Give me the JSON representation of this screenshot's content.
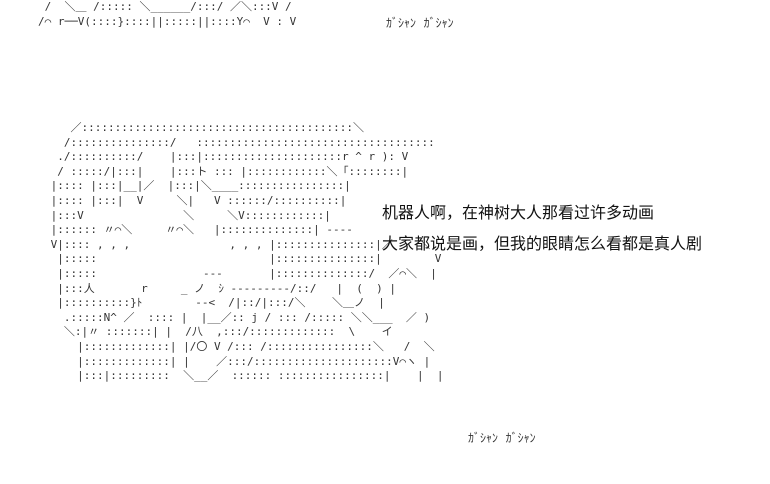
{
  "ascii_art": {
    "top_lines": [
      " /  ＼＿ /::::: ＼______/:::/ ／＼:::V /",
      "/⌒ r──V(::::}::::||:::::||::::Y⌒  V : V"
    ],
    "main_lines": [
      "    ／:::::::::::::::::::::::::::::::::::::::::＼",
      "   /:::::::::::::::/   ::::::::::::::::::::::::::::::::::::",
      "  ./::::::::::/    |:::|:::::::::::::::::::::r ^ r ): V",
      "  / :::::/|:::|    |:::ト ::: |::::::::::::＼「::::::::|",
      " |:::: |:::|__|／  |:::|＼____::::::::::::::::|",
      " |:::: |:::|  V     ＼|   V ::::::/::::::::::|",
      " |:::V               ＼     ＼V::::::::::::|",
      " |:::::: 〃⌒＼     〃⌒＼   |::::::::::::::| ----",
      " V|:::: , , ,               , , , |:::::::::::::::|／    ＼",
      "  |:::::                          |:::::::::::::::|        V",
      "  |:::::                ---       |::::::::::::::/  ／⌒＼  |",
      "  |:::人       r     _ ノ  ｼ ---------/::/   |  (  ) |",
      "  |::::::::::}ﾄ        --<  /|::/|:::/＼    ＼＿ノ  |",
      "   .:::::N^ ／  :::: |  |__／:: j / ::: /::::: ＼＼___  ／ )",
      "   ＼:|〃 :::::::| |  /八  ,:::/:::::::::::::  \\    イ",
      "     |:::::::::::::| |/〇 V /::: /::::::::::::::::＼   /  ＼",
      "     |:::::::::::::| |    ／:::/:::::::::::::::::::::V⌒ヽ |",
      "     |:::|:::::::::  ＼__／  :::::: ::::::::::::::::|    |  |"
    ],
    "sfx_top": "ｶﾞｼｬﾝ  ｶﾞｼｬﾝ",
    "sfx_bottom": "ｶﾞｼｬﾝ  ｶﾞｼｬﾝ"
  },
  "dialogue": {
    "line_1": "机器人啊，在神树大人那看过许多动画",
    "line_2": "大家都说是画，但我的眼睛怎么看都是真人剧"
  }
}
